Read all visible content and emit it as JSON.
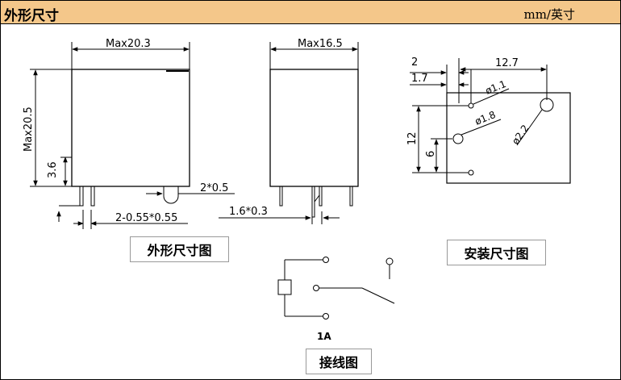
{
  "header": {
    "title": "外形尺寸",
    "unit": "mm/英寸",
    "bg_color": "#f4c78a"
  },
  "front_view": {
    "width_dim": "Max20.3",
    "height_dim": "Max20.5",
    "pin_height": "3.6",
    "pin_size": "2-0.55*0.55",
    "tab_size": "2*0.5"
  },
  "side_view": {
    "width_dim": "Max16.5",
    "pin_size": "1.6*0.3"
  },
  "mounting": {
    "dim_2": "2",
    "dim_1_7": "1.7",
    "dim_12_7": "12.7",
    "hole_1_1": "ø1.1",
    "hole_1_8": "ø1.8",
    "hole_2_2": "ø2.2",
    "dim_12": "12",
    "dim_6": "6"
  },
  "wiring": {
    "label": "1A"
  },
  "captions": {
    "outline": "外形尺寸图",
    "mounting": "安装尺寸图",
    "wiring": "接线图"
  }
}
